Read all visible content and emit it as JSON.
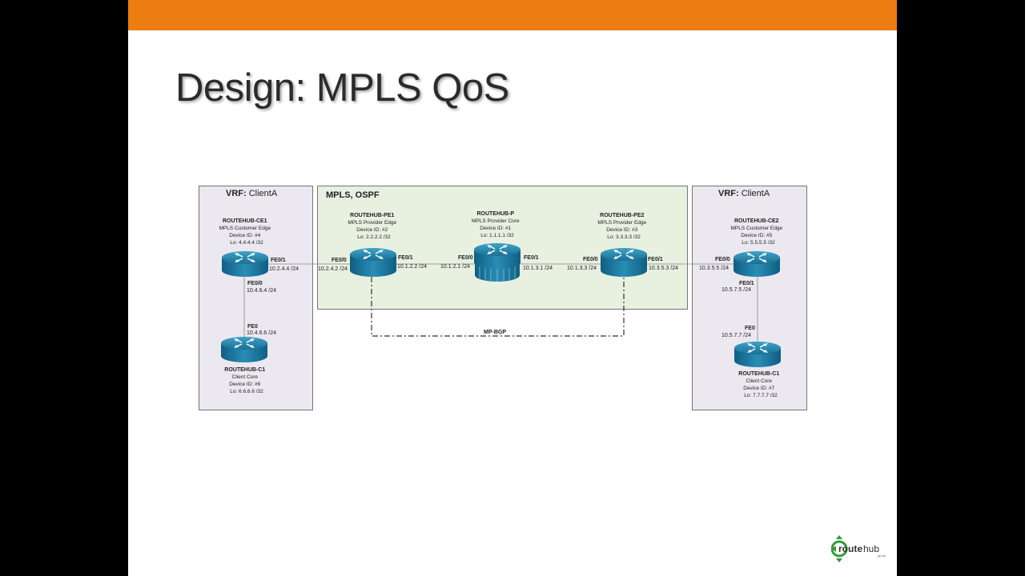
{
  "title": "Design: MPLS QoS",
  "colors": {
    "top_bar": "#ec7d12",
    "vrf_zone": "#ebe8f0",
    "mpls_zone": "#e8f0e0",
    "router": "#1c7ea3",
    "logo_green": "#2f9b3a"
  },
  "zones": {
    "vrf_left": {
      "label_bold": "VRF:",
      "label": " ClientA"
    },
    "mpls": {
      "label": "MPLS, OSPF"
    },
    "vrf_right": {
      "label_bold": "VRF:",
      "label": " ClientA"
    }
  },
  "devices": {
    "ce1": {
      "name": "ROUTEHUB-CE1",
      "role": "MPLS Customer Edge",
      "device_id": "Device ID: #4",
      "lo": "Lo: 4.4.4.4 /32",
      "icon": "router-icon"
    },
    "pe1": {
      "name": "ROUTEHUB-PE1",
      "role": "MPLS Provider Edge",
      "device_id": "Device ID: #2",
      "lo": "Lo: 2.2.2.2 /32",
      "icon": "router-icon"
    },
    "p": {
      "name": "ROUTEHUB-P",
      "role": "MPLS Provider Core",
      "device_id": "Device ID: #1",
      "lo": "Lo: 1.1.1.1 /32",
      "icon": "core-router-icon"
    },
    "pe2": {
      "name": "ROUTEHUB-PE2",
      "role": "MPLS Provider Edge",
      "device_id": "Device ID: #3",
      "lo": "Lo: 3.3.3.3 /32",
      "icon": "router-icon"
    },
    "ce2": {
      "name": "ROUTEHUB-CE2",
      "role": "MPLS Customer Edge",
      "device_id": "Device ID: #5",
      "lo": "Lo: 5.5.5.5 /32",
      "icon": "router-icon"
    },
    "c1_left": {
      "name": "ROUTEHUB-C1",
      "role": "Client Core",
      "device_id": "Device ID: #6",
      "lo": "Lo: 6.6.6.6 /32",
      "icon": "router-icon"
    },
    "c1_right": {
      "name": "ROUTEHUB-C1",
      "role": "Client Core",
      "device_id": "Device ID: #7",
      "lo": "Lo: 7.7.7.7 /32",
      "icon": "router-icon"
    }
  },
  "interfaces": {
    "ce1_fe01": {
      "name": "FE0/1",
      "ip": "10.2.4.4 /24"
    },
    "ce1_fe00": {
      "name": "FE0/0",
      "ip": "10.4.6.4 /24"
    },
    "c1l_fe0": {
      "name": "FE0",
      "ip": "10.4.6.6 /24"
    },
    "pe1_fe00": {
      "name": "FE0/0",
      "ip": "10.2.4.2 /24"
    },
    "pe1_fe01": {
      "name": "FE0/1",
      "ip": "10.1.2.2 /24"
    },
    "p_fe00": {
      "name": "FE0/0",
      "ip": "10.1.2.1 /24"
    },
    "p_fe01": {
      "name": "FE0/1",
      "ip": "10.1.3.1 /24"
    },
    "pe2_fe00": {
      "name": "FE0/0",
      "ip": "10.1.3.3 /24"
    },
    "pe2_fe01": {
      "name": "FE0/1",
      "ip": "10.3.5.3 /24"
    },
    "ce2_fe00": {
      "name": "FE0/0",
      "ip": "10.3.5.5 /24"
    },
    "ce2_fe01": {
      "name": "FE0/1",
      "ip": "10.5.7.5 /24"
    },
    "c1r_fe0": {
      "name": "FE0",
      "ip": "10.5.7.7 /24"
    }
  },
  "links": {
    "mp_bgp": "MP-BGP"
  },
  "logo": {
    "text_bold": "route",
    "text": "hub",
    "sub": "group"
  }
}
